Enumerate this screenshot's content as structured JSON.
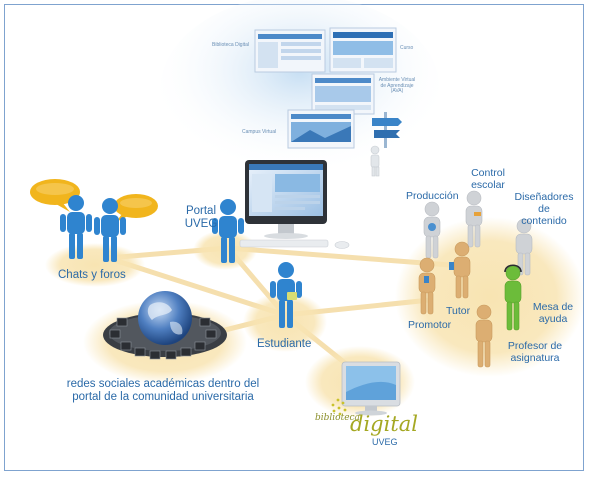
{
  "screens": {
    "biblioteca_digital": "Biblioteca Digital",
    "curso": "Curso",
    "ava": "Ambiente Virtual de Aprendizaje (AVA)",
    "campus_virtual": "Campus Virtual"
  },
  "nodes": {
    "chats_foros": "Chats y foros",
    "portal_uveg": "Portal UVEG",
    "estudiante": "Estudiante",
    "redes_sociales": "redes sociales académicas dentro del portal de la comunidad universitaria",
    "biblioteca_logo": {
      "line1": "biblioteca",
      "line2": "digital",
      "line3": "UVEG"
    }
  },
  "staff": {
    "produccion": "Producción",
    "control_escolar": "Control escolar",
    "disenadores": "Diseñadores de contenido",
    "promotor": "Promotor",
    "tutor": "Tutor",
    "mesa_ayuda": "Mesa de ayuda",
    "profesor": "Profesor de asignatura"
  },
  "colors": {
    "label_blue": "#2b6aa8",
    "figure_blue": "#2f84cf",
    "node_glow": "#f6dfa8",
    "bubble": "#f1b51d",
    "figure_tan": "#dcae72",
    "figure_gray": "#cfd2d6",
    "figure_green": "#6cbc3a",
    "frame": "#7fa3cf"
  }
}
